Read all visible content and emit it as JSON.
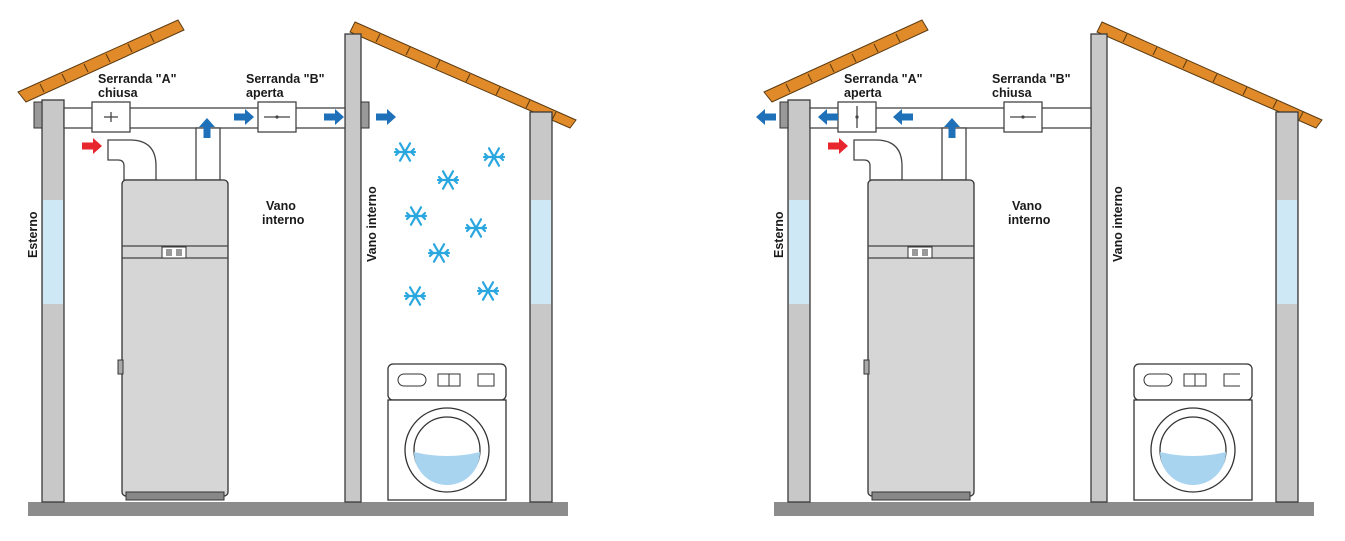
{
  "colors": {
    "wall": "#c8c8c8",
    "window": "#cfe8f6",
    "floor": "#8c8c8c",
    "roof_tile": "#e08a2a",
    "arrow_in": "#e8262d",
    "arrow_flow": "#1e70b8",
    "snowflake": "#2aa7df",
    "water": "#a8d4f0"
  },
  "panels": [
    {
      "labels": {
        "damper_a_title": "Serranda \"A\"",
        "damper_a_state": "chiusa",
        "damper_b_title": "Serranda \"B\"",
        "damper_b_state": "aperta",
        "room_line1": "Vano",
        "room_line2": "interno",
        "outside": "Esterno",
        "adjacent_room": "Vano interno"
      },
      "airflow": "to-adjacent-room",
      "shows_cold_air": true
    },
    {
      "labels": {
        "damper_a_title": "Serranda \"A\"",
        "damper_a_state": "aperta",
        "damper_b_title": "Serranda \"B\"",
        "damper_b_state": "chiusa",
        "room_line1": "Vano",
        "room_line2": "interno",
        "outside": "Esterno",
        "adjacent_room": "Vano interno"
      },
      "airflow": "to-outside",
      "shows_cold_air": false
    }
  ]
}
